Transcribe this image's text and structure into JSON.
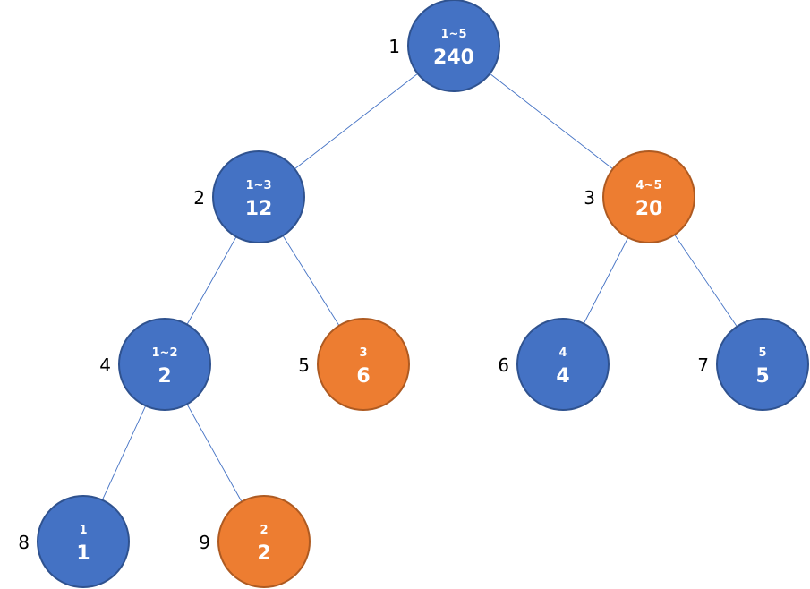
{
  "colors": {
    "blue_fill": "#4472C4",
    "blue_stroke": "#2F528F",
    "orange_fill": "#ED7D31",
    "orange_stroke": "#AE5A21",
    "edge": "#4472C4"
  },
  "tree": {
    "nodes": [
      {
        "index": "1",
        "range": "1~5",
        "value": "240",
        "color": "blue"
      },
      {
        "index": "2",
        "range": "1~3",
        "value": "12",
        "color": "blue"
      },
      {
        "index": "3",
        "range": "4~5",
        "value": "20",
        "color": "orange"
      },
      {
        "index": "4",
        "range": "1~2",
        "value": "2",
        "color": "blue"
      },
      {
        "index": "5",
        "range": "3",
        "value": "6",
        "color": "orange"
      },
      {
        "index": "6",
        "range": "4",
        "value": "4",
        "color": "blue"
      },
      {
        "index": "7",
        "range": "5",
        "value": "5",
        "color": "blue"
      },
      {
        "index": "8",
        "range": "1",
        "value": "1",
        "color": "blue"
      },
      {
        "index": "9",
        "range": "2",
        "value": "2",
        "color": "orange"
      }
    ],
    "edges": [
      [
        "1",
        "2"
      ],
      [
        "1",
        "3"
      ],
      [
        "2",
        "4"
      ],
      [
        "2",
        "5"
      ],
      [
        "3",
        "6"
      ],
      [
        "3",
        "7"
      ],
      [
        "4",
        "8"
      ],
      [
        "4",
        "9"
      ]
    ]
  }
}
